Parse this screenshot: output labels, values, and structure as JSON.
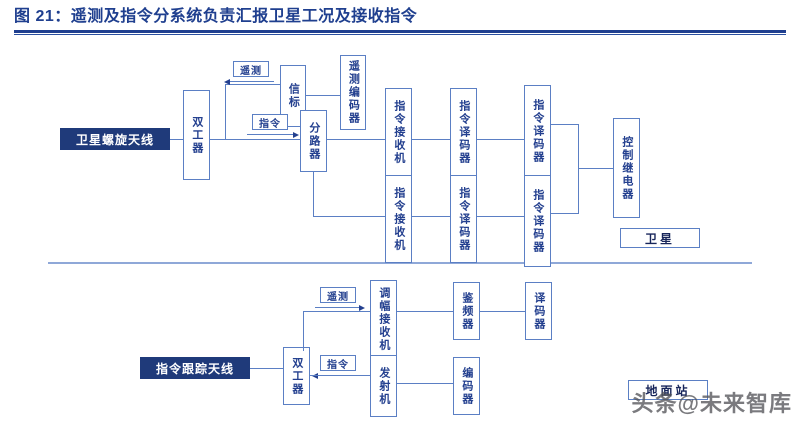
{
  "figure": {
    "title": "图 21：遥测及指令分系统负责汇报卫星工况及接收指令"
  },
  "satellite_section": {
    "footer_label": "卫星",
    "antenna": "卫星螺旋天线",
    "duplexer": "双工器",
    "tag_telemetry": "遥测",
    "tag_command": "指令",
    "beacon": "信标",
    "telemetry_encoder": "遥测编码器",
    "splitter": "分路器",
    "cmd_receiver_1": "指令接收机",
    "cmd_decoder_1a": "指令译码器",
    "cmd_decoder_1b": "指令译码器",
    "cmd_receiver_2": "指令接收机",
    "cmd_decoder_2a": "指令译码器",
    "cmd_decoder_2b": "指令译码器",
    "control_relay": "控制继电器"
  },
  "ground_section": {
    "footer_label": "地面站",
    "antenna": "指令跟踪天线",
    "duplexer": "双工器",
    "tag_telemetry": "遥测",
    "tag_command": "指令",
    "am_receiver": "调幅接收机",
    "discriminator": "鉴频器",
    "decoder": "译码器",
    "transmitter": "发射机",
    "encoder": "编码器"
  },
  "watermark": {
    "text": "头条@未来智库"
  },
  "colors": {
    "title_blue": "#1f3f8f",
    "line_blue": "#5b7fc4",
    "fill_navy": "#1f3a7a",
    "text_blue": "#24408f"
  }
}
